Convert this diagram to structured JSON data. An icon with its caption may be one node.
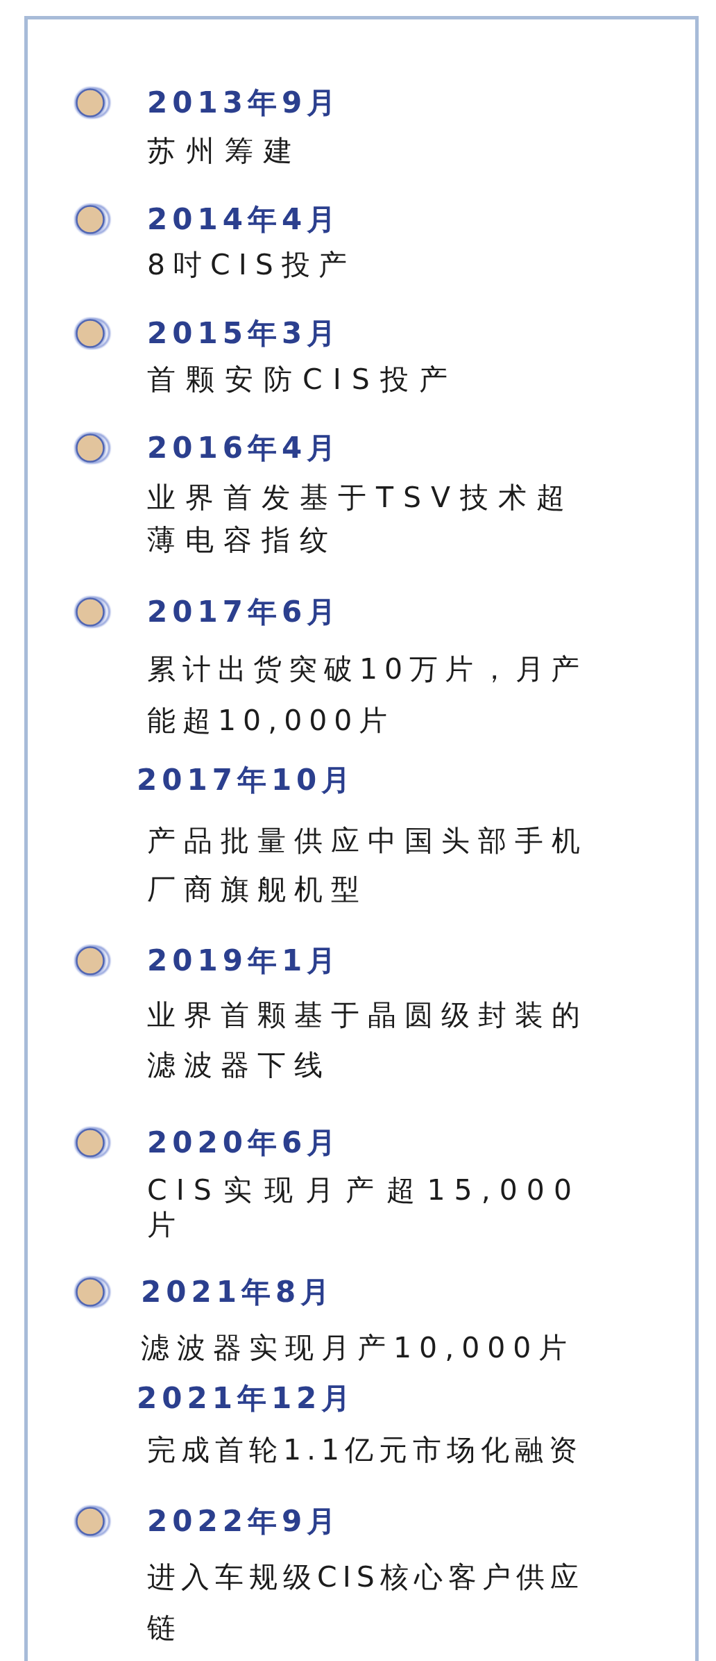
{
  "diagram": {
    "nodes": [
      {
        "text": [],
        "shape": "circle",
        "beside": [
          "2013年9月",
          "苏州筹建"
        ]
      },
      {
        "text": [],
        "shape": "circle",
        "beside": [
          "2014年4月",
          "8吋CIS投产"
        ]
      },
      {
        "text": [],
        "shape": "circle",
        "beside": [
          "2015年3月",
          "首颗安防CIS投产"
        ]
      },
      {
        "text": [],
        "shape": "circle",
        "beside": [
          "2016年4月",
          "业界首发基于TSV技术超薄电容指纹"
        ]
      },
      {
        "text": [],
        "shape": "circle",
        "beside": [
          "2017年6月",
          "累计出货突破10万片，月产能超10,000片"
        ]
      },
      {
        "text": [],
        "shape": "circle",
        "beside": [
          "2019年1月",
          "业界首颗基于晶圆级封装的滤波器下线"
        ]
      },
      {
        "text": [],
        "shape": "circle",
        "beside": [
          "2020年6月",
          "CIS实现月产超15,000片"
        ]
      },
      {
        "text": [],
        "shape": "circle",
        "beside": [
          "2021年8月",
          "滤波器实现月产10,000片"
        ]
      },
      {
        "text": [],
        "shape": "circle",
        "beside": [
          "2022年9月",
          "进入车规级CIS核心客户供应链"
        ]
      }
    ],
    "edges": [],
    "labels": [
      "2017年10月",
      "产品批量供应中国头部手机厂商旗舰机型",
      "2021年12月",
      "完成首轮1.1亿元市场化融资"
    ]
  }
}
